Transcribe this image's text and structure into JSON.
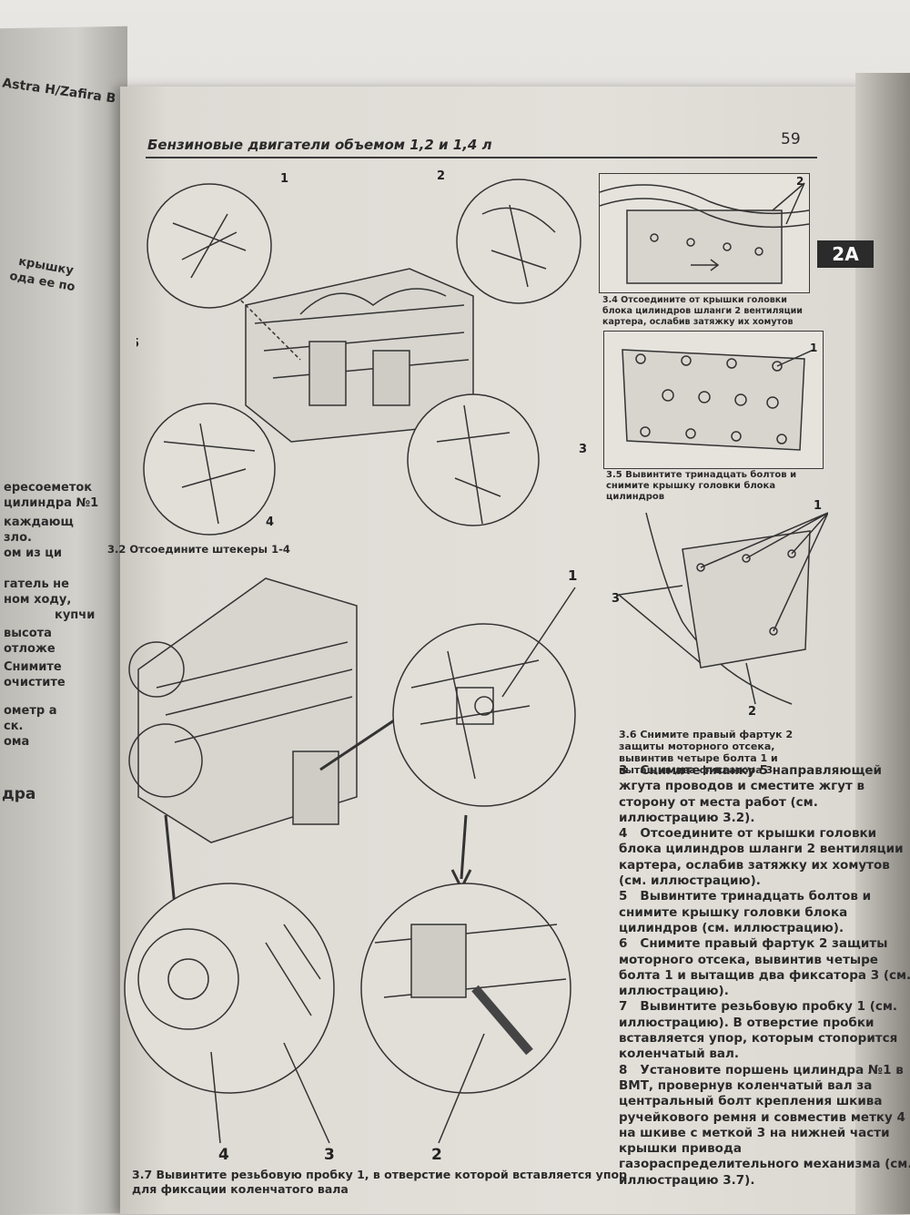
{
  "header": {
    "title": "Бензиновые двигатели объемом 1,2 и 1,4 л",
    "page_number": "59",
    "section_tab": "2A"
  },
  "left_page_fragments": [
    "Astra H/Zafira B",
    "крышку",
    "ода ее по",
    "ересоеметок",
    "цилиндра №1",
    "каждающ",
    "зло.",
    "ом из ци",
    "гатель не",
    "ном ходу,",
    "купчи",
    "высота",
    "отложе",
    "Снимите",
    "очистите",
    "ометр а",
    "ск.",
    "ома",
    "дра"
  ],
  "figures": {
    "fig_3_2": {
      "caption": "3.2 Отсоедините штекеры 1-4",
      "labels": [
        "1",
        "2",
        "3",
        "4",
        "5"
      ]
    },
    "fig_3_4": {
      "caption": "3.4 Отсоедините от крышки головки блока цилиндров шланги 2 вентиляции картера, ослабив затяжку их хомутов",
      "labels": [
        "2"
      ]
    },
    "fig_3_5": {
      "caption": "3.5 Вывинтите тринадцать болтов и снимите крышку головки блока цилиндров",
      "labels": [
        "1"
      ]
    },
    "fig_3_6": {
      "caption": "3.6 Снимите правый фартук 2 защиты моторного отсека, вывинтив четыре болта 1 и вытащив два фиксатора 3",
      "labels": [
        "1",
        "2",
        "3"
      ]
    },
    "fig_3_7": {
      "caption": "3.7 Вывинтите резьбовую пробку 1, в отверстие которой вставляется упор для фиксации коленчатого вала",
      "labels": [
        "1",
        "2",
        "3",
        "4"
      ]
    }
  },
  "body": [
    {
      "num": "3",
      "text": "Снимите планку 5 направляющей жгута проводов и сместите жгут в сторону от места работ (см. иллюстрацию 3.2)."
    },
    {
      "num": "4",
      "text": "Отсоедините от крышки головки блока цилиндров шланги 2 вентиляции картера, ослабив затяжку их хомутов (см. иллюстрацию)."
    },
    {
      "num": "5",
      "text": "Вывинтите тринадцать болтов и снимите крышку головки блока цилиндров (см. иллюстрацию)."
    },
    {
      "num": "6",
      "text": "Снимите правый фартук 2 защиты моторного отсека, вывинтив четыре болта 1 и вытащив два фиксатора 3 (см. иллюстрацию)."
    },
    {
      "num": "7",
      "text": "Вывинтите резьбовую пробку 1 (см. иллюстрацию). В отверстие пробки вставляется упор, которым стопорится коленчатый вал."
    },
    {
      "num": "8",
      "text": "Установите поршень цилиндра №1 в ВМТ, провернув коленчатый вал за центральный болт крепления шкива ручейкового ремня и совместив метку 4 на шкиве с меткой 3 на нижней части крышки привода газораспределительного механизма (см. иллюстрацию 3.7)."
    }
  ]
}
